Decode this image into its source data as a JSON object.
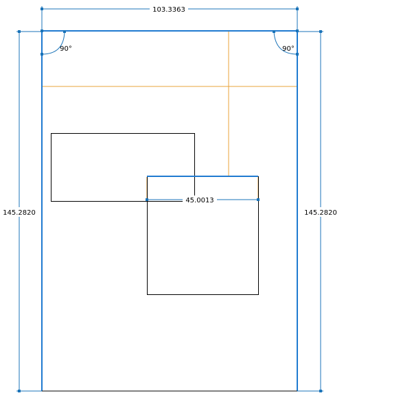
{
  "drawing": {
    "dimensions": {
      "top_width": "103.3363",
      "left_height": "145.2820",
      "right_height": "145.2820",
      "inner_width": "45.0013",
      "angle_left": "90°",
      "angle_right": "90°"
    },
    "colors": {
      "dimension": "#1a73b8",
      "selection": "#1f7ad0",
      "construction": "#e8a33a",
      "geometry": "#000000",
      "background": "#ffffff"
    }
  }
}
